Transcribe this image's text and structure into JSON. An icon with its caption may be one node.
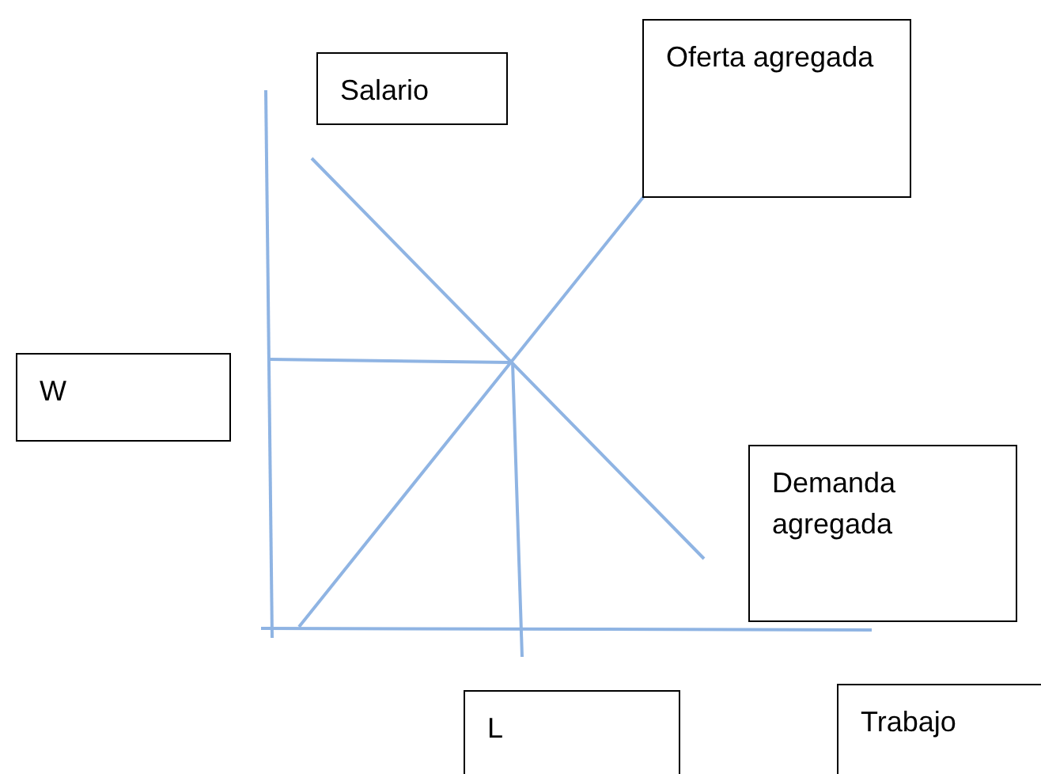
{
  "diagram": {
    "nodes": [
      {
        "text": [
          "Salario"
        ]
      },
      {
        "text": [
          "Oferta agregada"
        ]
      },
      {
        "text": [
          "W"
        ]
      },
      {
        "text": [
          "Demanda agregada"
        ]
      },
      {
        "text": [
          "L"
        ]
      },
      {
        "text": [
          "Trabajo"
        ]
      }
    ]
  }
}
